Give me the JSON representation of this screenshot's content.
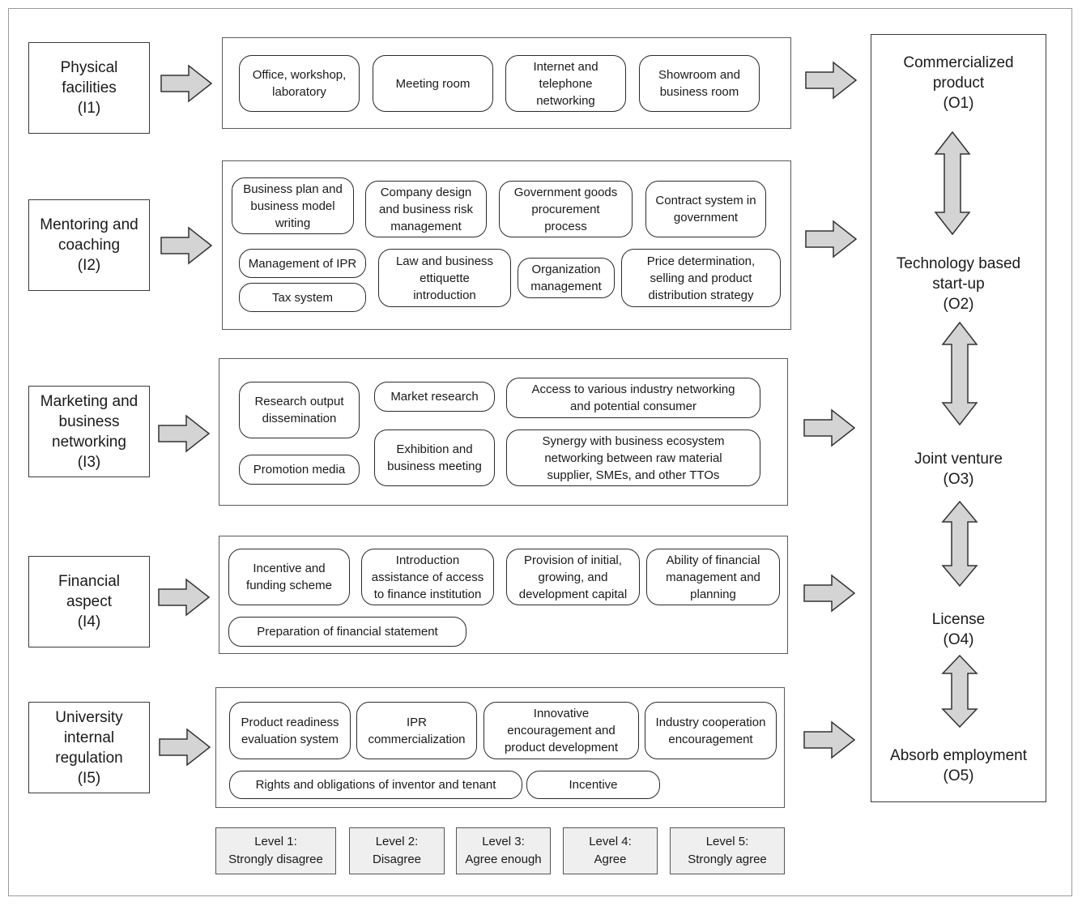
{
  "inputs": [
    {
      "lines": [
        "Physical",
        "facilities",
        "(I1)"
      ]
    },
    {
      "lines": [
        "Mentoring and",
        "coaching",
        "(I2)"
      ]
    },
    {
      "lines": [
        "Marketing and",
        "business",
        "networking",
        "(I3)"
      ]
    },
    {
      "lines": [
        "Financial",
        "aspect",
        "(I4)"
      ]
    },
    {
      "lines": [
        "University",
        "internal",
        "regulation",
        "(I5)"
      ]
    }
  ],
  "groups": [
    {
      "items": [
        "Office, workshop,\nlaboratory",
        "Meeting room",
        "Internet and\ntelephone\nnetworking",
        "Showroom and\nbusiness room"
      ]
    },
    {
      "items": [
        "Business plan and\nbusiness model\nwriting",
        "Company design\nand business risk\nmanagement",
        "Government goods\nprocurement\nprocess",
        "Contract system in\ngovernment",
        "Management of IPR",
        "Law and business\nettiquette\nintroduction",
        "Organization\nmanagement",
        "Price determination,\nselling and product\ndistribution strategy",
        "Tax system"
      ]
    },
    {
      "items": [
        "Research output\ndissemination",
        "Market research",
        "Access to various industry networking\nand potential consumer",
        "Exhibition and\nbusiness meeting",
        "Synergy with business ecosystem\nnetworking between raw material\nsupplier, SMEs, and other TTOs",
        "Promotion media"
      ]
    },
    {
      "items": [
        "Incentive and\nfunding scheme",
        "Introduction\nassistance of access\nto finance institution",
        "Provision of initial,\ngrowing, and\ndevelopment capital",
        "Ability of financial\nmanagement and\nplanning",
        "Preparation of financial statement"
      ]
    },
    {
      "items": [
        "Product readiness\nevaluation system",
        "IPR\ncommercialization",
        "Innovative\nencouragement and\nproduct development",
        "Industry cooperation\nencouragement",
        "Rights and obligations of inventor and tenant",
        "Incentive"
      ]
    }
  ],
  "outputs": [
    "Commercialized\nproduct\n(O1)",
    "Technology based\nstart-up\n(O2)",
    "Joint venture\n(O3)",
    "License\n(O4)",
    "Absorb employment\n(O5)"
  ],
  "levels": [
    "Level 1:\nStrongly disagree",
    "Level 2:\nDisagree",
    "Level 3:\nAgree enough",
    "Level 4:\nAgree",
    "Level 5:\nStrongly agree"
  ]
}
